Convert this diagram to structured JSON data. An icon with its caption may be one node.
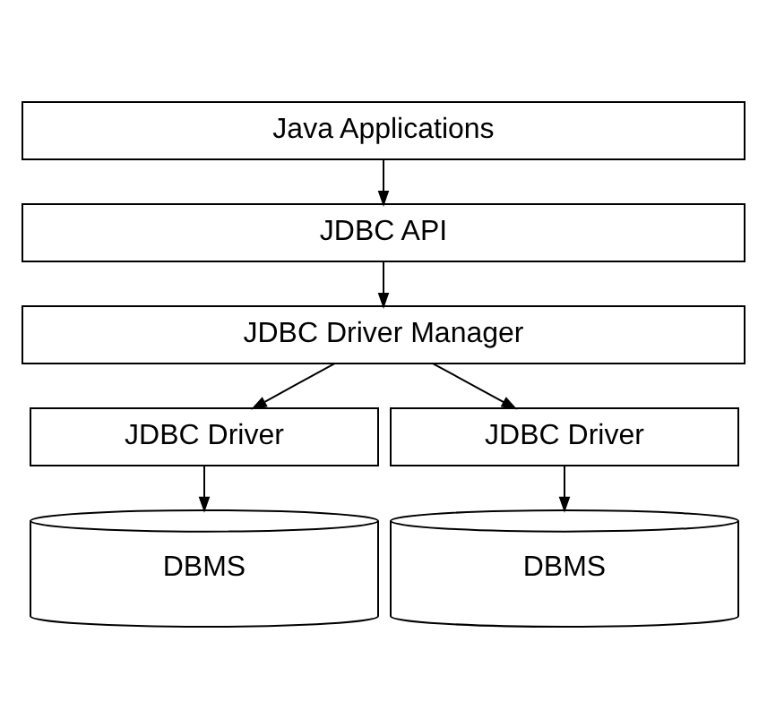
{
  "diagram": {
    "nodes": [
      {
        "text": [
          "Java Applications"
        ]
      },
      {
        "text": [
          "JDBC API"
        ]
      },
      {
        "text": [
          "JDBC Driver Manager"
        ]
      },
      {
        "text": [
          "JDBC Driver"
        ]
      },
      {
        "text": [
          "JDBC Driver"
        ]
      },
      {
        "text": [
          "DBMS"
        ]
      },
      {
        "text": [
          "DBMS"
        ]
      }
    ],
    "edges": [
      {
        "from": 0,
        "to": 1,
        "arrow": "to"
      },
      {
        "from": 1,
        "to": 2,
        "arrow": "to"
      },
      {
        "from": 2,
        "to": 3,
        "arrow": "to"
      },
      {
        "from": 2,
        "to": 4,
        "arrow": "to"
      },
      {
        "from": 3,
        "to": 5,
        "arrow": "to"
      },
      {
        "from": 4,
        "to": 6,
        "arrow": "to"
      }
    ]
  }
}
